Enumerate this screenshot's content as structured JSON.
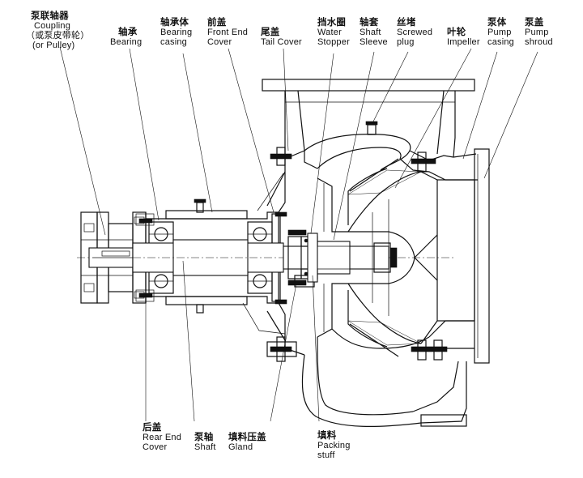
{
  "labels": {
    "coupling": {
      "zh": "泵联轴器",
      "en1": "Coupling",
      "en2": "（或泵皮带轮）",
      "en3": "(or Pulley)"
    },
    "bearing": {
      "zh": "轴承",
      "en1": "Bearing"
    },
    "bearing_casing": {
      "zh": "轴承体",
      "en1": "Bearing",
      "en2": "casing"
    },
    "front_end_cover": {
      "zh": "前盖",
      "en1": "Front End",
      "en2": "Cover"
    },
    "tail_cover": {
      "zh": "尾盖",
      "en1": "Tail Cover"
    },
    "water_stopper": {
      "zh": "挡水圈",
      "en1": "Water",
      "en2": "Stopper"
    },
    "shaft_sleeve": {
      "zh": "轴套",
      "en1": "Shaft",
      "en2": "Sleeve"
    },
    "screwed_plug": {
      "zh": "丝堵",
      "en1": "Screwed",
      "en2": "plug"
    },
    "impeller": {
      "zh": "叶轮",
      "en1": "Impeller"
    },
    "pump_casing": {
      "zh": "泵体",
      "en1": "Pump",
      "en2": "casing"
    },
    "pump_shroud": {
      "zh": "泵盖",
      "en1": "Pump",
      "en2": "shroud"
    },
    "rear_end_cover": {
      "zh": "后盖",
      "en1": "Rear End",
      "en2": "Cover"
    },
    "shaft": {
      "zh": "泵轴",
      "en1": "Shaft"
    },
    "gland": {
      "zh": "填料压盖",
      "en1": "Gland"
    },
    "packing_stuff": {
      "zh": "填料",
      "en1": "Packing",
      "en2": "stuff"
    }
  }
}
